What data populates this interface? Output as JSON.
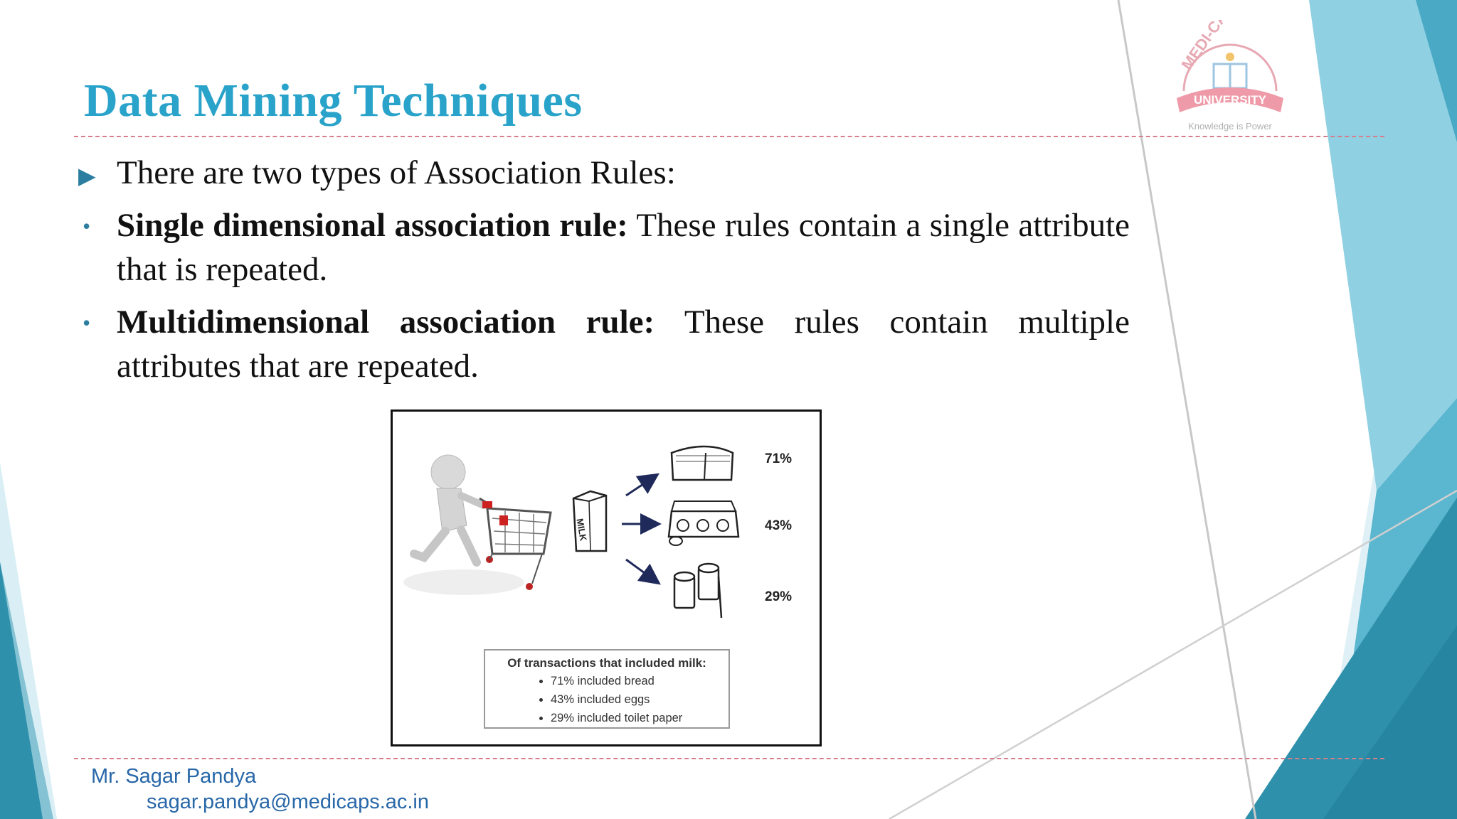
{
  "slide": {
    "title": "Data Mining Techniques",
    "bullets": [
      {
        "bold": "",
        "text": "There are two types of Association Rules:"
      },
      {
        "bold": "Single dimensional association rule:",
        "text": " These rules contain a single attribute that is repeated."
      },
      {
        "bold": "Multidimensional association rule:",
        "text": " These rules contain multiple attributes that are repeated."
      }
    ]
  },
  "figure": {
    "milk_label": "MILK",
    "percentages": [
      "71%",
      "43%",
      "29%"
    ],
    "box_title": "Of transactions that included milk:",
    "box_items": [
      "71% included bread",
      "43% included eggs",
      "29% included toilet paper"
    ]
  },
  "logo": {
    "name": "MEDI-CAPS",
    "ribbon": "UNIVERSITY",
    "tagline": "Knowledge is Power"
  },
  "footer": {
    "name": "Mr. Sagar Pandya",
    "email": "sagar.pandya@medicaps.ac.in"
  },
  "colors": {
    "title": "#29a3c9",
    "accent_dark": "#2f8fab",
    "accent_light": "#8fd0e2",
    "divider": "#d67f8a",
    "footer_text": "#2867a8"
  }
}
